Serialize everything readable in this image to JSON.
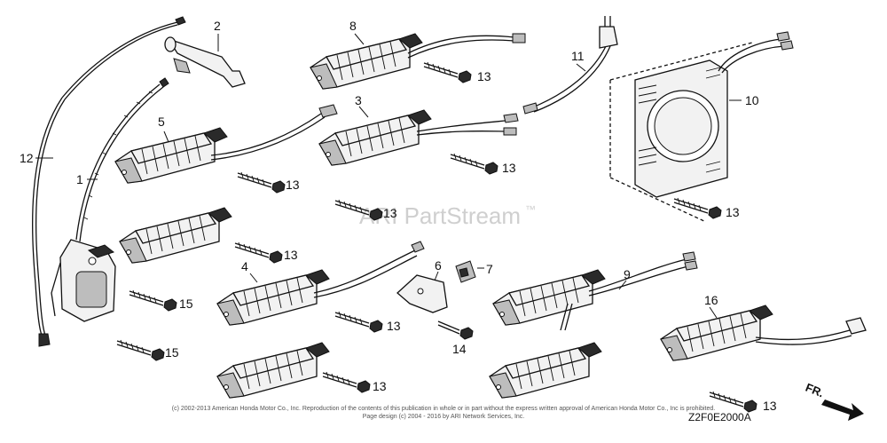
{
  "watermark": {
    "brand": "ARI PartStream",
    "tm": "™"
  },
  "footer": {
    "copyright": "(c) 2002-2013 American Honda Motor Co., Inc. Reproduction of the contents of this publication in whole or in part without the express written approval of American Honda Motor Co., Inc is prohibited.",
    "page_design": "Page design (c) 2004 - 2016 by ARI Network Services, Inc."
  },
  "diagram_code": "Z2F0E2000A",
  "direction_label": "FR.",
  "callouts": {
    "c1": "1",
    "c2": "2",
    "c3": "3",
    "c4": "4",
    "c5": "5",
    "c6": "6",
    "c7": "7",
    "c8": "8",
    "c9": "9",
    "c10": "10",
    "c11": "11",
    "c12": "12",
    "c16": "16",
    "c13a": "13",
    "c13b": "13",
    "c13c": "13",
    "c13d": "13",
    "c13e": "13",
    "c13f": "13",
    "c13g": "13",
    "c13h": "13",
    "c13i": "13",
    "c14": "14",
    "c15a": "15",
    "c15b": "15"
  }
}
